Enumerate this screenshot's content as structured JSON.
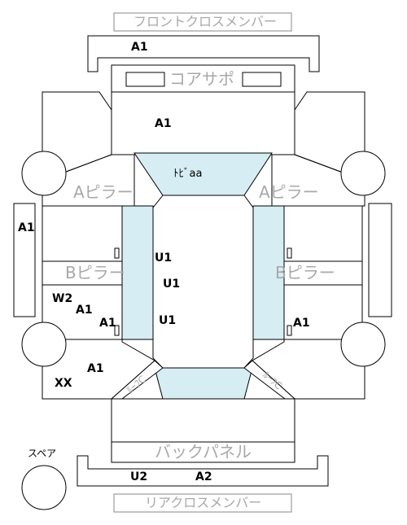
{
  "parts": {
    "front_cross_member": "フロントクロスメンバー",
    "core_support": "コアサポ",
    "a_pillar_left": "Aピラー",
    "a_pillar_right": "Aピラー",
    "b_pillar_left": "Bピラー",
    "b_pillar_right": "Bピラー",
    "back_panel": "バックパネル",
    "rear_cross_member": "リアクロスメンバー",
    "spare": "スペア",
    "roof": "ﾄﾋﾞaa",
    "rear_left_corner": "ﾙｰﾌC",
    "rear_right_corner": "ﾙｰﾌC"
  },
  "codes": {
    "front_cross_member": "A1",
    "hood": "A1",
    "left_rocker": "A1",
    "roof_front": "U1",
    "roof_mid": "U1",
    "roof_rear": "U1",
    "left_rear_door_w2": "W2",
    "left_rear_door_a1": "A1",
    "left_rear_door_inner": "A1",
    "right_rear_door": "A1",
    "left_quarter": "A1",
    "left_quarter_xx": "XX",
    "rear_bumper_u2": "U2",
    "rear_bumper_a2": "A2"
  },
  "colors": {
    "outline": "#000000",
    "glass": "#d6edf3",
    "label_gray": "#a8a8a8"
  }
}
